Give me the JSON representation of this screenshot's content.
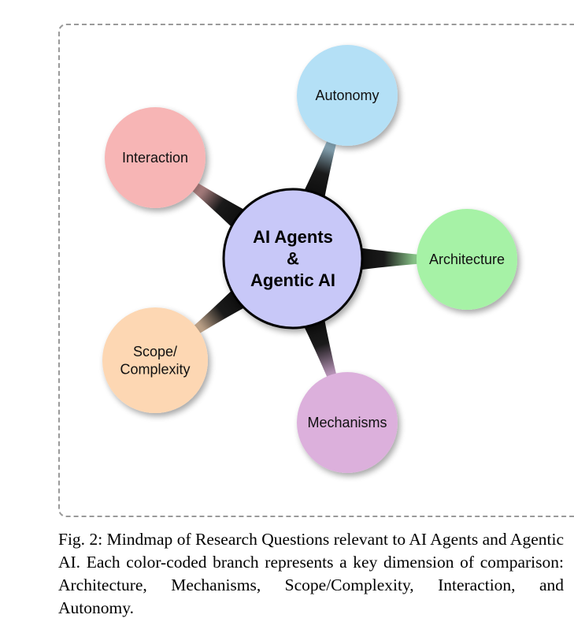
{
  "diagram": {
    "center": {
      "lines": [
        "AI Agents",
        "&",
        "Agentic AI"
      ],
      "fill": "#c8c8f8"
    },
    "branches": [
      {
        "id": "autonomy",
        "lines": [
          "Autonomy"
        ],
        "fill": "#b4e0f6"
      },
      {
        "id": "architecture",
        "lines": [
          "Architecture"
        ],
        "fill": "#a6f2a6"
      },
      {
        "id": "mechanisms",
        "lines": [
          "Mechanisms"
        ],
        "fill": "#dcb0dc"
      },
      {
        "id": "scope-complexity",
        "lines": [
          "Scope/",
          "Complexity"
        ],
        "fill": "#fdd7b3"
      },
      {
        "id": "interaction",
        "lines": [
          "Interaction"
        ],
        "fill": "#f7b5b5"
      }
    ]
  },
  "caption": {
    "text": "Fig. 2: Mindmap of Research Questions relevant to AI Agents and Agentic AI. Each color-coded branch represents a key dimension of comparison: Architecture, Mechanisms, Scope/Complexity, Interaction, and Autonomy."
  }
}
